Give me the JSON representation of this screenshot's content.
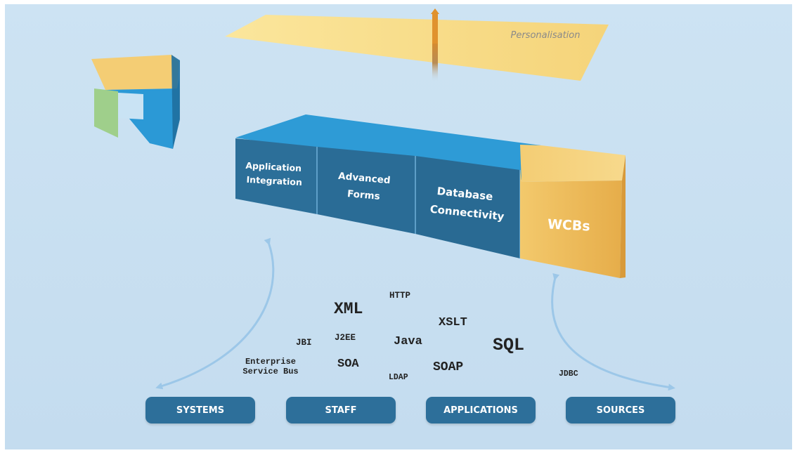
{
  "personalisation_label": "Personalisation",
  "modules": [
    {
      "line1": "Application",
      "line2": "Integration"
    },
    {
      "line1": "Advanced",
      "line2": "Forms"
    },
    {
      "line1": "Database",
      "line2": "Connectivity"
    }
  ],
  "wcbs_label": "WCBs",
  "technologies": {
    "http": "HTTP",
    "xml": "XML",
    "xslt": "XSLT",
    "jbi": "JBI",
    "j2ee": "J2EE",
    "java": "Java",
    "sql": "SQL",
    "esb_line1": "Enterprise",
    "esb_line2": "Service Bus",
    "soa": "SOA",
    "soap": "SOAP",
    "ldap": "LDAP",
    "jdbc": "JDBC"
  },
  "buttons": {
    "systems": "SYSTEMS",
    "staff": "STAFF",
    "applications": "APPLICATIONS",
    "sources": "SOURCES"
  },
  "colors": {
    "background": "#c9e0f1",
    "module_blue": "#2a6e98",
    "top_blue": "#2f9ad6",
    "wcb_gold": "#f0c66a",
    "plane_yellow": "#f8dc85",
    "arrow_blue": "#9cc7e8"
  }
}
